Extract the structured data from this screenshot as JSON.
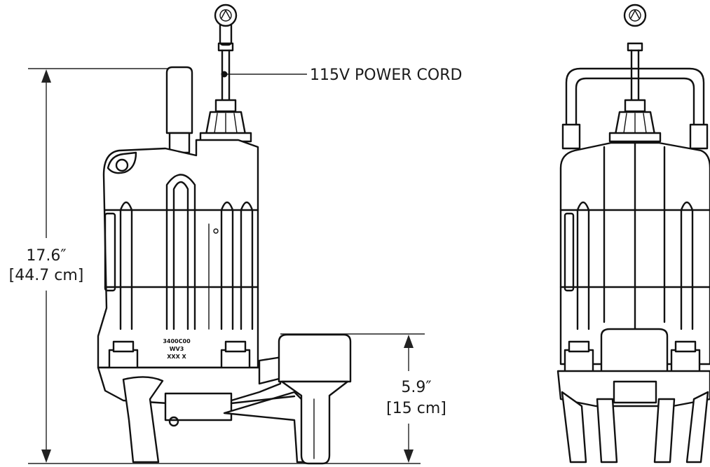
{
  "callouts": {
    "power_cord": "115V POWER CORD"
  },
  "dimensions": {
    "height_in": "17.6″",
    "height_cm": "[44.7 cm]",
    "discharge_in": "5.9″",
    "discharge_cm": "[15 cm]"
  },
  "nameplate": {
    "line1": "3400C00",
    "line2": "WV3",
    "line3": "XXX X"
  }
}
